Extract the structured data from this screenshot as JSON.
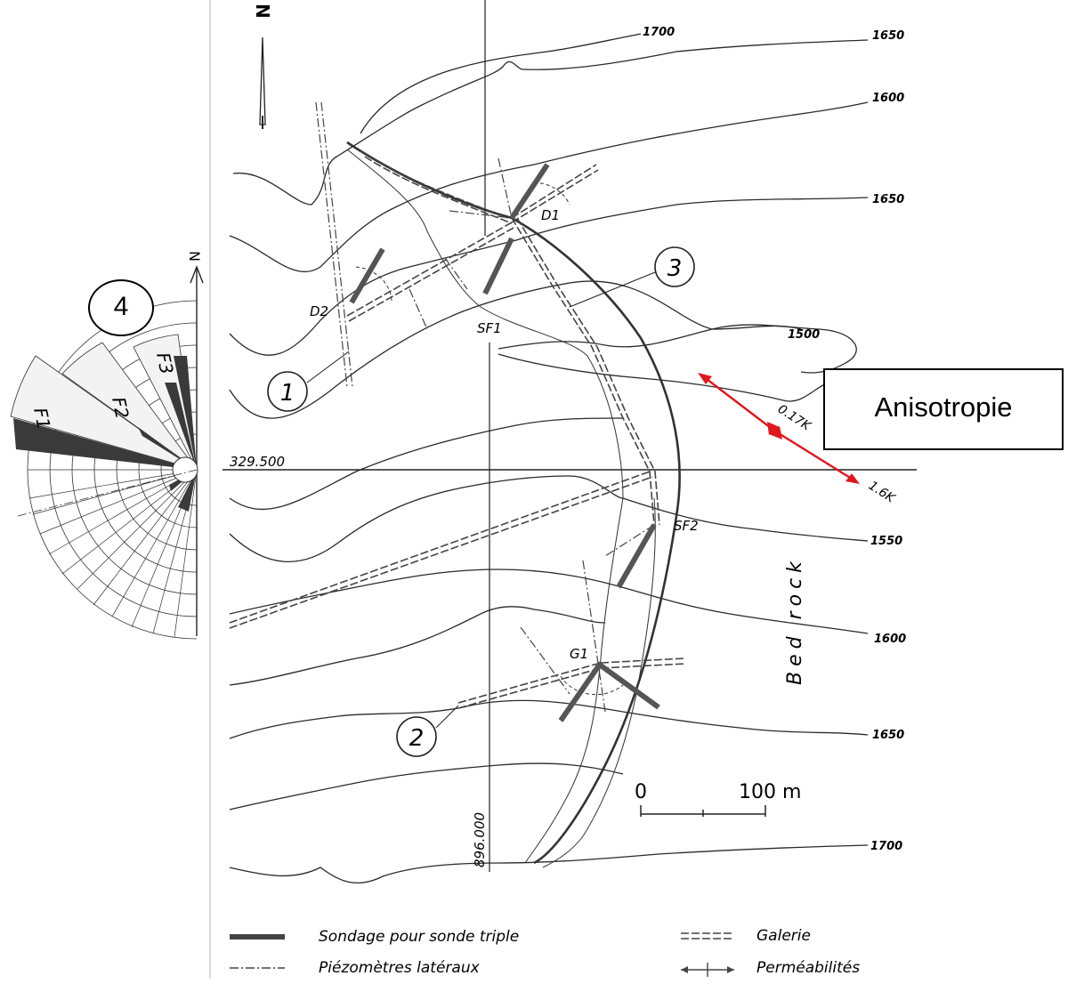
{
  "map": {
    "north_label": "N",
    "contours": [
      "1700",
      "1650",
      "1600",
      "1650",
      "1500",
      "1550",
      "1600",
      "1650",
      "1700"
    ],
    "coord_horizontal": "329.500",
    "coord_vertical": "896.000",
    "bedrock_label": "Bed rock",
    "points": [
      "D1",
      "D2",
      "SF1",
      "SF2",
      "G1"
    ],
    "circles": [
      "1",
      "2",
      "3",
      "4"
    ],
    "anisotropy_values": [
      "0.17K",
      "1.6K"
    ],
    "scale": {
      "zero": "0",
      "distance": "100 m"
    },
    "accent_color": "#e0181e"
  },
  "callout": {
    "label": "Anisotropie"
  },
  "rose": {
    "north_label": "N",
    "families": [
      "F1",
      "F2",
      "F3"
    ]
  },
  "legend": {
    "items": [
      {
        "symbol": "solid-bar",
        "label": "Sondage pour sonde triple"
      },
      {
        "symbol": "dash-dot",
        "label": "Piézomètres latéraux"
      },
      {
        "symbol": "double-dash",
        "label": "Galerie"
      },
      {
        "symbol": "arrow-cross",
        "label": "Perméabilités"
      }
    ]
  }
}
